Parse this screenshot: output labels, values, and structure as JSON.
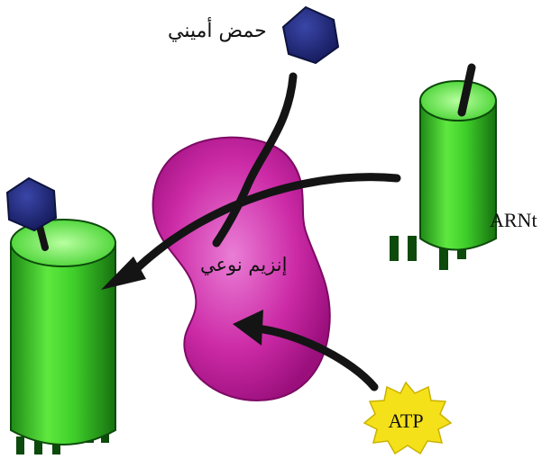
{
  "labels": {
    "amino_acid": "حمض أميني",
    "enzyme": "إنزيم نوعي",
    "trna": "ARNt",
    "atp": "ATP"
  },
  "colors": {
    "enzyme": "#c2189c",
    "trna_body": "#3fcf2a",
    "trna_dark": "#0d4a0c",
    "amino_acid": "#1a2266",
    "atp": "#f5e11a",
    "arrow": "#141414"
  }
}
